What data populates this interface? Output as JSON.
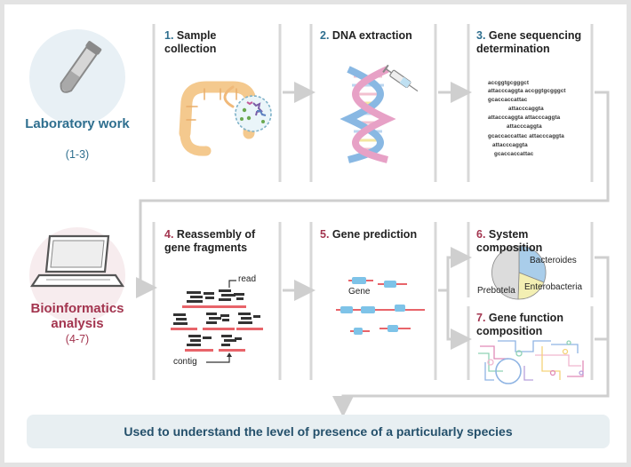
{
  "sections": {
    "lab": {
      "title": "Laboratory work",
      "range": "(1-3)"
    },
    "bio": {
      "title": "Bioinformatics analysis",
      "range": "(4-7)"
    }
  },
  "steps": [
    {
      "num": "1.",
      "label": "Sample collection"
    },
    {
      "num": "2.",
      "label": "DNA extraction"
    },
    {
      "num": "3.",
      "label": "Gene sequencing determination"
    },
    {
      "num": "4.",
      "label": "Reassembly of gene fragments"
    },
    {
      "num": "5.",
      "label": "Gene prediction"
    },
    {
      "num": "6.",
      "label": "System composition"
    },
    {
      "num": "7.",
      "label": "Gene function composition"
    }
  ],
  "sequence_lines": [
    "accggtgcgggct",
    "attacccaggta  accggtgcgggct",
    "gcaccaccattac",
    "attacccaggta",
    "attacccaggta   attacccaggta",
    "attacccaggta",
    "gcaccaccattac   attacccaggta",
    "attacccaggta",
    "gcaccaccattac"
  ],
  "labels": {
    "read": "read",
    "contig": "contig",
    "gene": "Gene"
  },
  "pie": {
    "slices": [
      {
        "name": "Bacteroides",
        "color": "#a9cdea"
      },
      {
        "name": "Enterobacteria",
        "color": "#f3efb3"
      },
      {
        "name": "Prebotela",
        "color": "#dcdcdc"
      }
    ]
  },
  "conclusion": "Used to understand the level of presence of a particularly species",
  "colors": {
    "lab": "#2f6f8f",
    "bio": "#a3354f",
    "connector": "#cfcfcf"
  }
}
